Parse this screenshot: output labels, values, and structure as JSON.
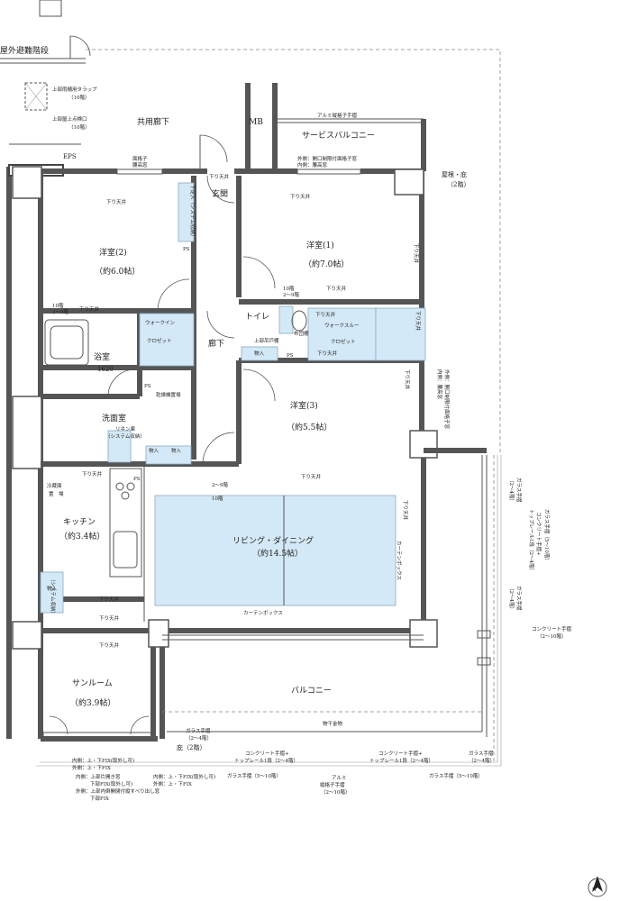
{
  "outside": {
    "stair": "屋外避難階段",
    "hatch_top": "上部雨樋用タラップ",
    "hatch_top_floor": "（10階）",
    "hatch_bottom": "上部屋上点検口",
    "hatch_bottom_floor": "（10階）",
    "corridor": "共用廊下",
    "mb": "MB",
    "eps": "EPS",
    "service_balcony": "サービスバルコニー",
    "alumi_rail_top": "アルミ縦格子手摺",
    "window_note_top": "外側：開口制限付面格子窓",
    "window_note_top2": "内側：腰高窓",
    "kousi": "面格子",
    "kousi2": "腰高窓",
    "roof": "屋根・庇",
    "roof_floor": "（2階）"
  },
  "rooms": {
    "youshitsu2": "洋室(2)",
    "youshitsu2_size": "（約6.0帖）",
    "youshitsu1": "洋室(1)",
    "youshitsu1_size": "（約7.0帖）",
    "youshitsu3": "洋室(3)",
    "youshitsu3_size": "（約5.5帖）",
    "genkan": "玄関",
    "rouka": "廊下",
    "toilet": "トイレ",
    "yokushitsu": "浴室",
    "yokushitsu_size": "1620",
    "senmenjo": "洗面室",
    "kitchen": "キッチン",
    "kitchen_size": "（約3.4帖）",
    "living": "リビング・ダイニング",
    "living_size": "（約14.5帖）",
    "sunroom": "サンルーム",
    "sunroom_size": "（約3.9帖）",
    "balcony": "バルコニー"
  },
  "storage": {
    "walkin": "ウォークイン",
    "walkin2": "クロゼット",
    "walkthrough": "ウォークスルー",
    "walkthrough2": "クロゼット",
    "futon": "布団棚",
    "shoe": "下足入（システム収納）",
    "monoire": "物入",
    "monoire_sys": "（システム収納）",
    "linen": "リネン庫",
    "linen_sys": "（システム収納）",
    "ps": "PS",
    "laundry": "乾燥機置場",
    "fridge": "冷蔵庫",
    "fridge2": "置　場",
    "upper_shelf": "上部吊戸棚"
  },
  "notes": {
    "sagari": "下り天井",
    "sagari_short": "下り天井",
    "floors_2_9": "2～9階",
    "floors_10": "10階",
    "curtain_box": "カーテンボックス",
    "curtain_box_v": "カーテンボックス",
    "monohoshi": "物干金物",
    "hisashi": "庇（2階）",
    "glass_rail_2_4": "ガラス手摺",
    "glass_rail_2_4_floor": "（2～4階）",
    "glass_rail_5_10": "ガラス手摺（5～10階）",
    "concrete_rail": "コンクリート手摺+",
    "concrete_rail2": "トップレール1段（2～4階）",
    "alumi_rail": "アルミ",
    "alumi_rail2": "縦格子手摺",
    "alumi_rail3": "（2～10階）",
    "glass_rail_right": "ガラス手摺",
    "glass_rail_right_floor": "（2～4階）",
    "glass_rail_5_10_right": "ガラス手摺（5～10階）",
    "sunroom_note1": "内側：上・下FIX(取外し可)",
    "sunroom_note2": "外側：上・下FIX",
    "sunroom_note3": "内側：上部片開き窓",
    "sunroom_note4": "下部FIX(取外し可)",
    "sunroom_note5": "外側：上部内倒開閉付縦すべり出し窓",
    "sunroom_note6": "下部FIX",
    "sunroom_note7": "内側：上・下FIX(取外し可)",
    "sunroom_note8": "外側：上・下FIX",
    "right_concrete": "コンクリート手摺",
    "right_concrete_floor": "（2～10階）",
    "right_glass_top": "ガラス手摺（5～10階）",
    "right_concrete_top": "コンクリート手摺+",
    "right_concrete_top2": "トップレール1段（2～4階）",
    "right_glass_mid": "ガラス手摺",
    "right_glass_mid_floor": "（2～4階）",
    "window_right": "外側：開口制限付面格子窓",
    "window_right2": "内側：腰高窓",
    "sagari_v": "下り天井",
    "north": "N"
  }
}
